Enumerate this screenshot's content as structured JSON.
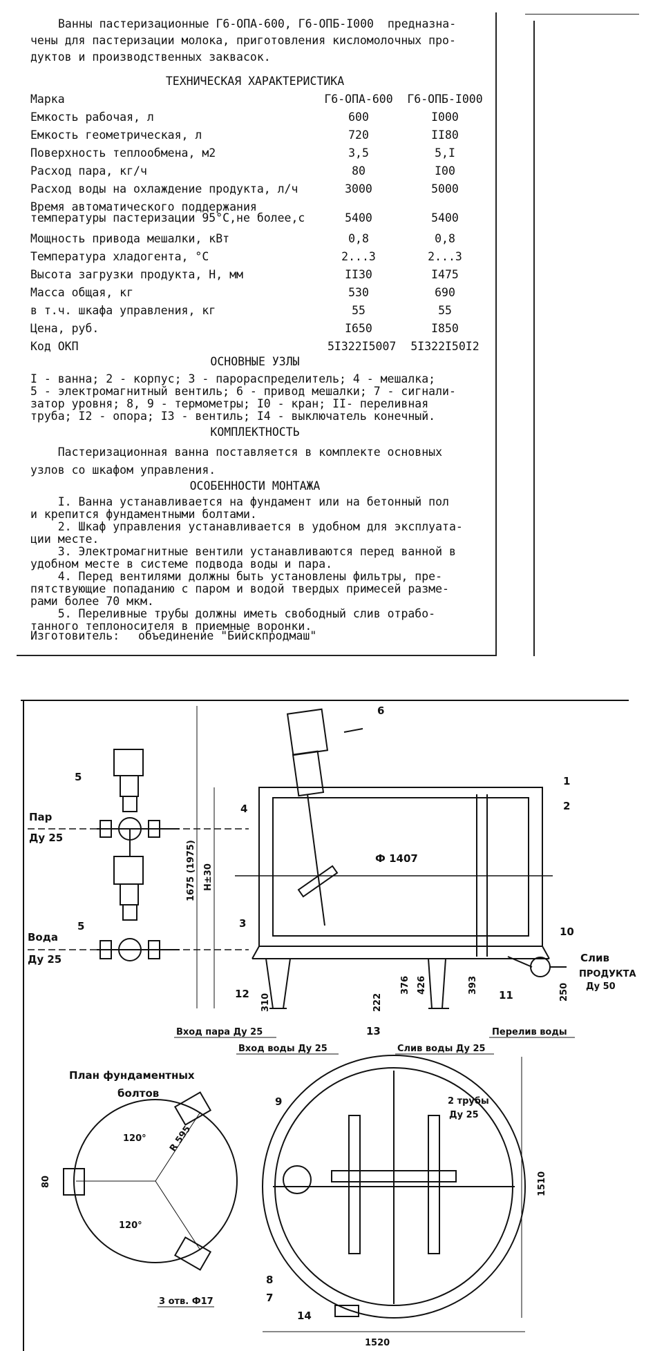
{
  "intro": {
    "line1": "Ванны пастеризационные Г6-ОПА-600, Г6-ОПБ-I000  предназна-",
    "line2": "чены для пастеризации молока, приготовления кисломолочных про-",
    "line3": "дуктов и производственных заквасок."
  },
  "specs": {
    "title": "ТЕХНИЧЕСКАЯ ХАРАКТЕРИСТИКА",
    "header": {
      "label": "Марка",
      "m1": "Г6-ОПА-600",
      "m2": "Г6-ОПБ-I000"
    },
    "rows": [
      {
        "label": "Емкость рабочая, л",
        "v1": "600",
        "v2": "I000"
      },
      {
        "label": "Емкость геометрическая, л",
        "v1": "720",
        "v2": "II80"
      },
      {
        "label": "Поверхность теплообмена, м2",
        "v1": "3,5",
        "v2": "5,I"
      },
      {
        "label": "Расход пара, кг/ч",
        "v1": "80",
        "v2": "I00"
      },
      {
        "label": "Расход воды на охлаждение продукта, л/ч",
        "v1": "3000",
        "v2": "5000"
      },
      {
        "label": "Время автоматического поддержания",
        "v1": "",
        "v2": ""
      },
      {
        "label": "температуры пастеризации 95°С,не более,с",
        "v1": "5400",
        "v2": "5400"
      },
      {
        "label": "Мощность привода мешалки, кВт",
        "v1": "0,8",
        "v2": "0,8"
      },
      {
        "label": "Температура хладогента, °С",
        "v1": "2...3",
        "v2": "2...3"
      },
      {
        "label": "Высота загрузки продукта, Н, мм",
        "v1": "II30",
        "v2": "I475"
      },
      {
        "label": "Масса общая, кг",
        "v1": "530",
        "v2": "690"
      },
      {
        "label": "в т.ч. шкафа управления, кг",
        "v1": "55",
        "v2": "55"
      },
      {
        "label": "Цена, руб.",
        "v1": "I650",
        "v2": "I850"
      },
      {
        "label": "Код ОКП",
        "v1": "5I322I5007",
        "v2": "5I322I50I2"
      }
    ]
  },
  "units": {
    "title": "ОСНОВНЫЕ УЗЛЫ",
    "text": "I - ванна; 2 - корпус; 3 - парораспределитель; 4 - мешалка;\n5 - электромагнитный вентиль; 6 - привод мешалки; 7 - сигнали-\nзатор уровня; 8, 9 - термометры; I0 - кран; II- переливная\nтруба; I2 - опора; I3 - вентиль; I4 - выключатель конечный."
  },
  "kit": {
    "title": "КОМПЛЕКТНОСТЬ",
    "line1": "    Пастеризационная ванна поставляется в комплекте основных",
    "line2": "узлов со шкафом управления."
  },
  "mount": {
    "title": "ОСОБЕННОСТИ МОНТАЖА",
    "text": "    I. Ванна устанавливается на фундамент или на бетонный пол\nи крепится фундаментными болтами.\n    2. Шкаф управления устанавливается в удобном для эксплуата-\nции месте.\n    3. Электромагнитные вентили устанавливаются перед ванной в\nудобном месте в системе подвода воды и пара.\n    4. Перед вентилями должны быть установлены фильтры, пре-\nпятствующие попаданию с паром и водой твердых примесей разме-\nрами более 70 мкм.\n    5. Переливные трубы должны иметь свободный слив отрабо-\nтанного теплоносителя в приемные воронки."
  },
  "maker": {
    "label": "Изготовитель:",
    "value": "объединение \"Бийскпродмаш\""
  },
  "drawing": {
    "steam": "Пар",
    "steam_dn": "Ду 25",
    "water": "Вода",
    "water_dn": "Ду 25",
    "diameter": "Ф 1407",
    "height_total": "1675 (1975)",
    "height_h": "Н±30",
    "drain": "Слив",
    "drain_product": "ПРОДУКТА",
    "drain_dn": "Ду 50",
    "steam_in": "Вход пара Ду 25",
    "water_in": "Вход воды Ду 25",
    "water_drain": "Слив воды Ду 25",
    "overflow": "Перелив воды",
    "dims": {
      "d310": "310",
      "d222": "222",
      "d376": "376",
      "d426": "426",
      "d393": "393",
      "d250": "250"
    },
    "callouts": {
      "n1": "1",
      "n2": "2",
      "n3": "3",
      "n4": "4",
      "n5": "5",
      "n5b": "5",
      "n6": "6",
      "n7": "7",
      "n8": "8",
      "n9": "9",
      "n10": "10",
      "n11": "11",
      "n12": "12",
      "n13": "13",
      "n14": "14"
    },
    "plan_title1": "План фундаментных",
    "plan_title2": "болтов",
    "radius": "R 595",
    "angle1": "120°",
    "angle2": "120°",
    "dim80": "80",
    "holes": "3 отв. Ф17",
    "pipes": "2 трубы",
    "pipes_dn": "Ду 25",
    "w1520": "1520",
    "w1510": "1510"
  }
}
